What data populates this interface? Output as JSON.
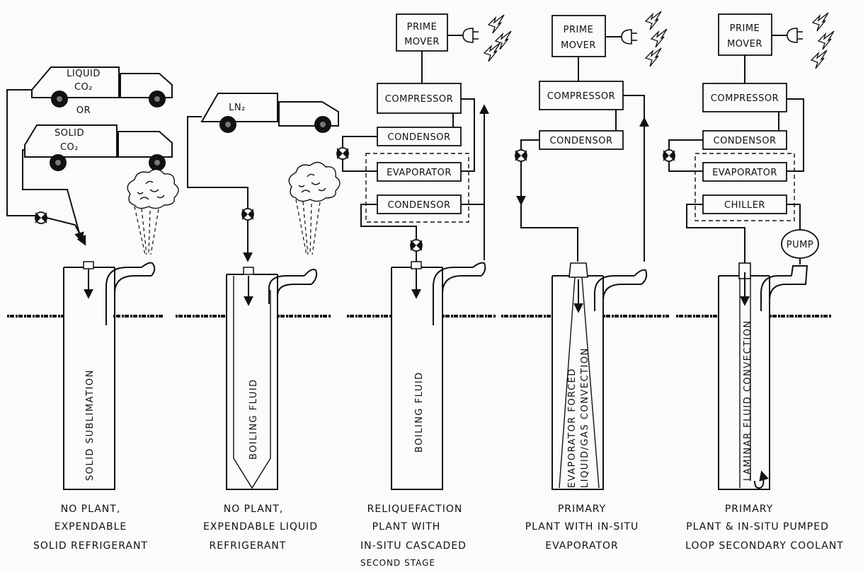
{
  "panels": [
    {
      "id": "p1",
      "trucks": [
        {
          "label_line1": "LIQUID",
          "label_line2": "CO₂"
        },
        {
          "label_line1": "SOLID",
          "label_line2": "CO₂"
        }
      ],
      "or_text": "OR",
      "well_label": "SOLID SUBLIMATION",
      "caption": [
        "NO PLANT,",
        "EXPENDABLE",
        "SOLID REFRIGERANT"
      ]
    },
    {
      "id": "p2",
      "trucks": [
        {
          "label_line1": "LN₂"
        }
      ],
      "well_label": "BOILING FLUID",
      "caption": [
        "NO PLANT,",
        "EXPENDABLE LIQUID",
        "REFRIGERANT"
      ]
    },
    {
      "id": "p3",
      "prime_mover": [
        "PRIME",
        "MOVER"
      ],
      "boxes": [
        "COMPRESSOR",
        "CONDENSOR",
        "EVAPORATOR",
        "CONDENSOR"
      ],
      "well_label": "BOILING FLUID",
      "caption": [
        "RELIQUEFACTION",
        "PLANT WITH",
        "IN-SITU CASCADED",
        "SECOND STAGE"
      ]
    },
    {
      "id": "p4",
      "prime_mover": [
        "PRIME",
        "MOVER"
      ],
      "boxes": [
        "COMPRESSOR",
        "CONDENSOR"
      ],
      "well_label_lines": [
        "EVAPORATOR FORCED",
        "LIQUID/GAS CONVECTION"
      ],
      "caption": [
        "PRIMARY",
        "PLANT WITH IN-SITU",
        "EVAPORATOR"
      ]
    },
    {
      "id": "p5",
      "prime_mover": [
        "PRIME",
        "MOVER"
      ],
      "boxes": [
        "COMPRESSOR",
        "CONDENSOR",
        "EVAPORATOR",
        "CHILLER"
      ],
      "pump": "PUMP",
      "well_label": "LAMINAR FLUID CONVECTION",
      "caption": [
        "PRIMARY",
        "PLANT & IN-SITU PUMPED",
        "LOOP SECONDARY COOLANT"
      ]
    }
  ]
}
